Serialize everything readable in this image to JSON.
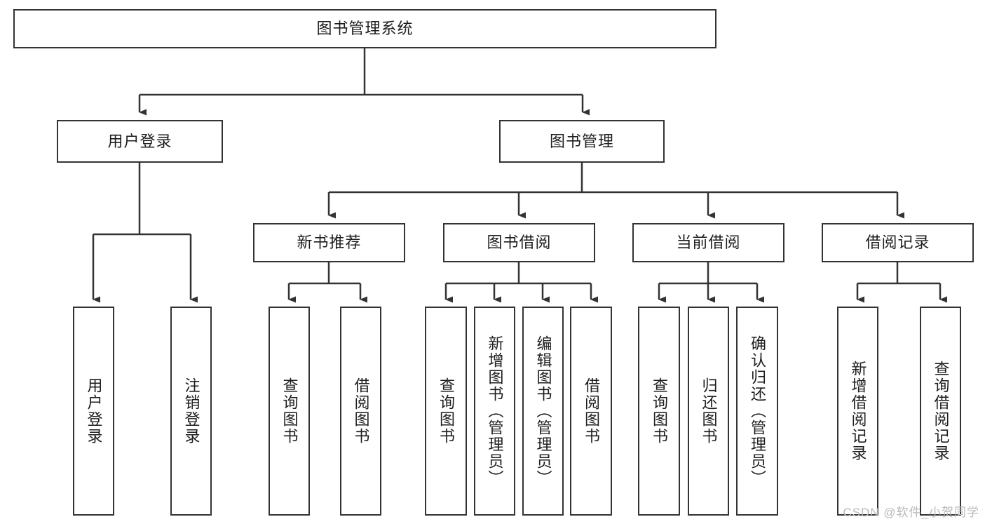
{
  "diagram": {
    "title_node": {
      "label": "图书管理系统"
    },
    "level2": [
      {
        "id": "user-login",
        "label": "用户登录"
      },
      {
        "id": "book-management",
        "label": "图书管理"
      }
    ],
    "level3": [
      {
        "id": "new-book-recommend",
        "label": "新书推荐"
      },
      {
        "id": "book-borrow",
        "label": "图书借阅"
      },
      {
        "id": "current-borrow",
        "label": "当前借阅"
      },
      {
        "id": "borrow-record",
        "label": "借阅记录"
      }
    ],
    "leaves": [
      {
        "id": "leaf-user-login",
        "label": "用户登录"
      },
      {
        "id": "leaf-logout-login",
        "label": "注销登录"
      },
      {
        "id": "leaf-query-book-1",
        "label": "查询图书"
      },
      {
        "id": "leaf-borrow-book-1",
        "label": "借阅图书"
      },
      {
        "id": "leaf-query-book-2",
        "label": "查询图书"
      },
      {
        "id": "leaf-add-book",
        "label": "新增图书（管理员）"
      },
      {
        "id": "leaf-edit-book",
        "label": "编辑图书（管理员）"
      },
      {
        "id": "leaf-borrow-book-2",
        "label": "借阅图书"
      },
      {
        "id": "leaf-query-book-3",
        "label": "查询图书"
      },
      {
        "id": "leaf-return-book",
        "label": "归还图书"
      },
      {
        "id": "leaf-confirm-return",
        "label": "确认归还（管理员）"
      },
      {
        "id": "leaf-add-record",
        "label": "新增借阅记录"
      },
      {
        "id": "leaf-query-record",
        "label": "查询借阅记录"
      }
    ]
  },
  "watermark": {
    "text": "CSDN @软件_小贺同学"
  },
  "colors": {
    "border": "#333333",
    "background": "#ffffff",
    "text": "#1d1d1d",
    "watermark": "#b9b9b9"
  }
}
